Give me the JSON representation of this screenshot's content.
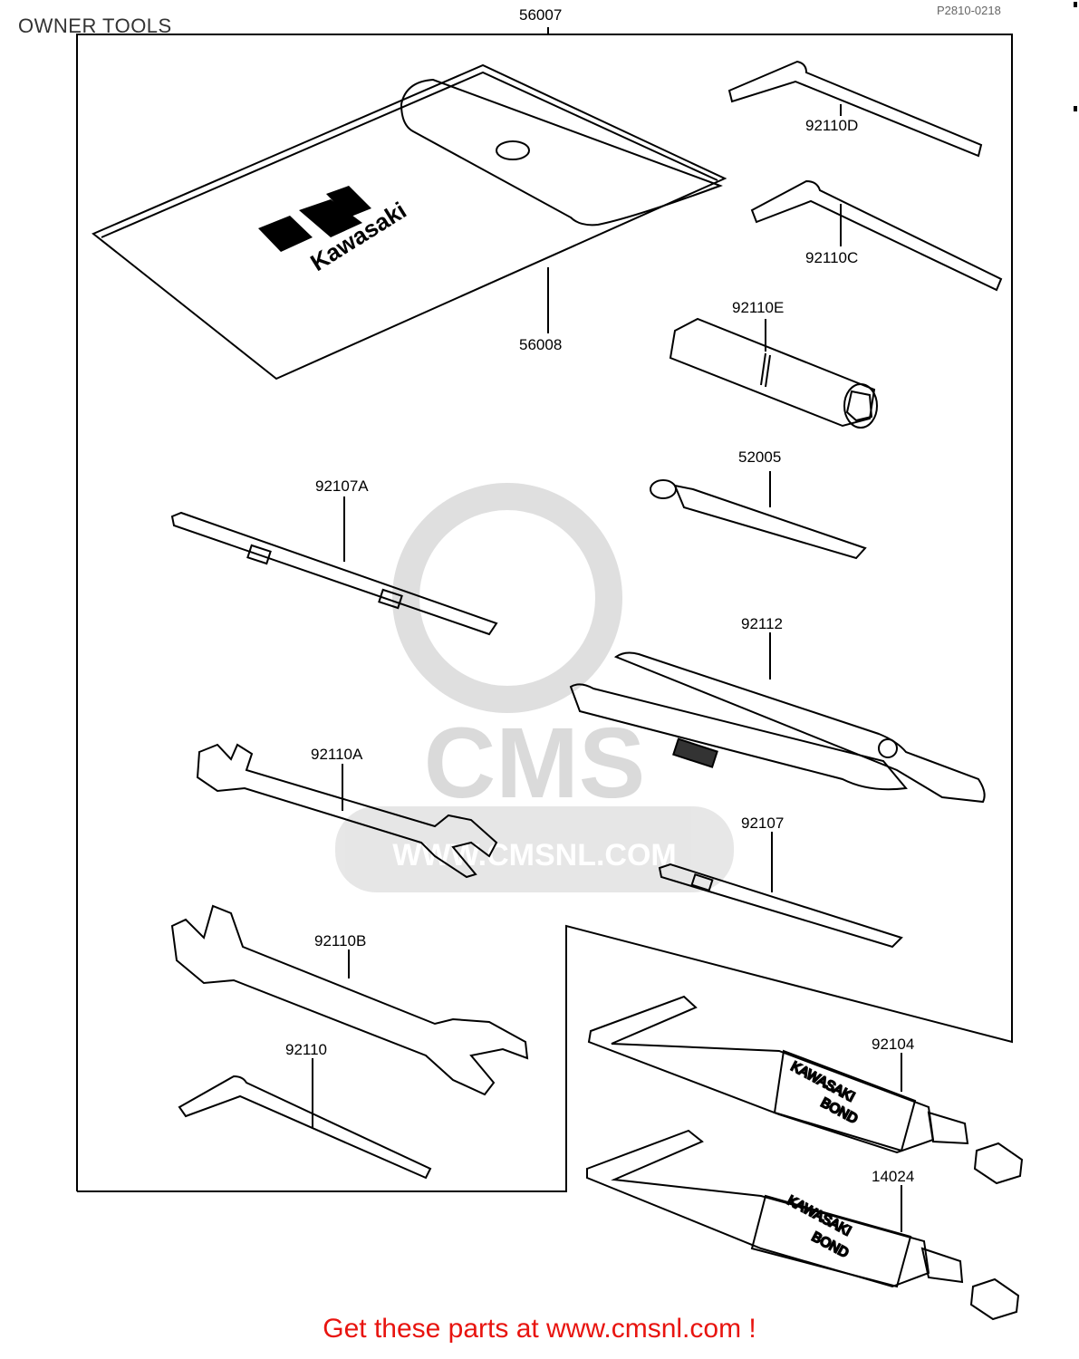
{
  "title": "OWNER TOOLS",
  "ref_code": "P2810-0218",
  "footer": "Get these parts at www.cmsnl.com !",
  "watermark": {
    "logo_text": "CMS",
    "url_text": "WWW.CMSNL.COM"
  },
  "logo": {
    "brand_text": "Kawasaki"
  },
  "tube_label": {
    "line1": "KAWASAKI",
    "line2": "BOND"
  },
  "parts": [
    {
      "id": "56007",
      "name": "tool-kit-assembly"
    },
    {
      "id": "56008",
      "name": "tool-bag"
    },
    {
      "id": "92110D",
      "name": "hex-wrench-d"
    },
    {
      "id": "92110C",
      "name": "hex-wrench-c"
    },
    {
      "id": "92110E",
      "name": "spark-plug-wrench"
    },
    {
      "id": "52005",
      "name": "screwdriver-small"
    },
    {
      "id": "92107A",
      "name": "screwdriver-double"
    },
    {
      "id": "92112",
      "name": "pliers"
    },
    {
      "id": "92110A",
      "name": "open-end-wrench-a"
    },
    {
      "id": "92107",
      "name": "screwdriver"
    },
    {
      "id": "92110B",
      "name": "open-end-wrench-b"
    },
    {
      "id": "92110",
      "name": "hex-wrench"
    },
    {
      "id": "92104",
      "name": "bond-tube"
    },
    {
      "id": "14024",
      "name": "bond-tube-2"
    }
  ],
  "colors": {
    "footer": "#e8140f",
    "line": "#000000",
    "watermark": "#d6d6d6"
  }
}
